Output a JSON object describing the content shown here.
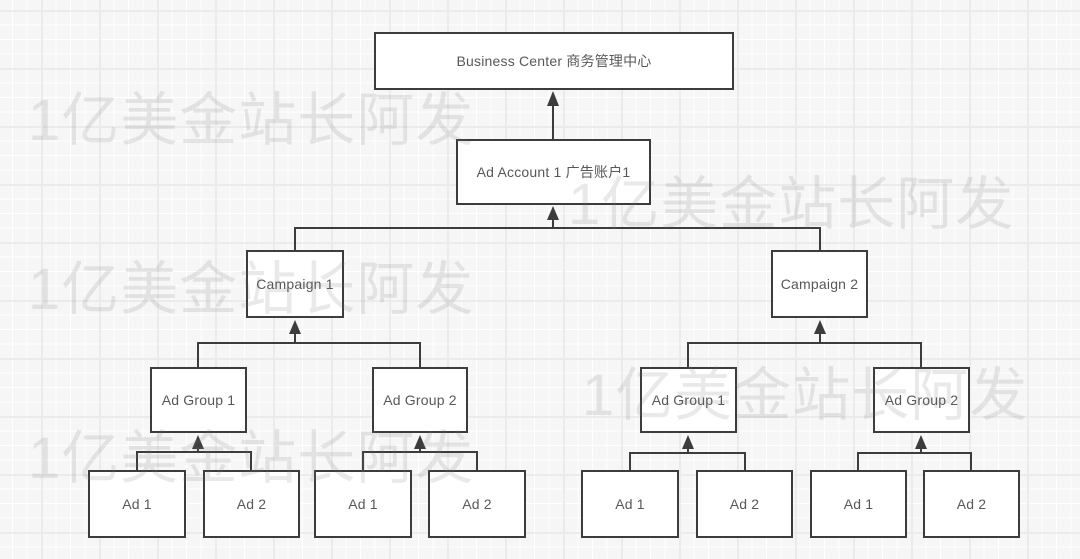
{
  "diagram": {
    "business_center": {
      "label": "Business Center 商务管理中心"
    },
    "ad_account": {
      "label": "Ad Account 1 广告账户1"
    },
    "campaigns": [
      {
        "label": "Campaign 1",
        "ad_groups": [
          {
            "label": "Ad Group 1",
            "ads": [
              {
                "label": "Ad 1"
              },
              {
                "label": "Ad 2"
              }
            ]
          },
          {
            "label": "Ad Group 2",
            "ads": [
              {
                "label": "Ad 1"
              },
              {
                "label": "Ad 2"
              }
            ]
          }
        ]
      },
      {
        "label": "Campaign 2",
        "ad_groups": [
          {
            "label": "Ad Group 1",
            "ads": [
              {
                "label": "Ad 1"
              },
              {
                "label": "Ad 2"
              }
            ]
          },
          {
            "label": "Ad Group 2",
            "ads": [
              {
                "label": "Ad 1"
              },
              {
                "label": "Ad 2"
              }
            ]
          }
        ]
      }
    ]
  },
  "watermark": {
    "text": "1亿美金站长阿发",
    "color": "rgba(120,120,120,0.16)"
  },
  "colors": {
    "line": "#3c3c3c",
    "box_border": "#3c3c3c",
    "box_bg": "#ffffff",
    "label_text": "#585858",
    "canvas_bg": "#f6f6f6",
    "grid_minor": "#ffffff",
    "grid_major": "#ebebeb"
  }
}
